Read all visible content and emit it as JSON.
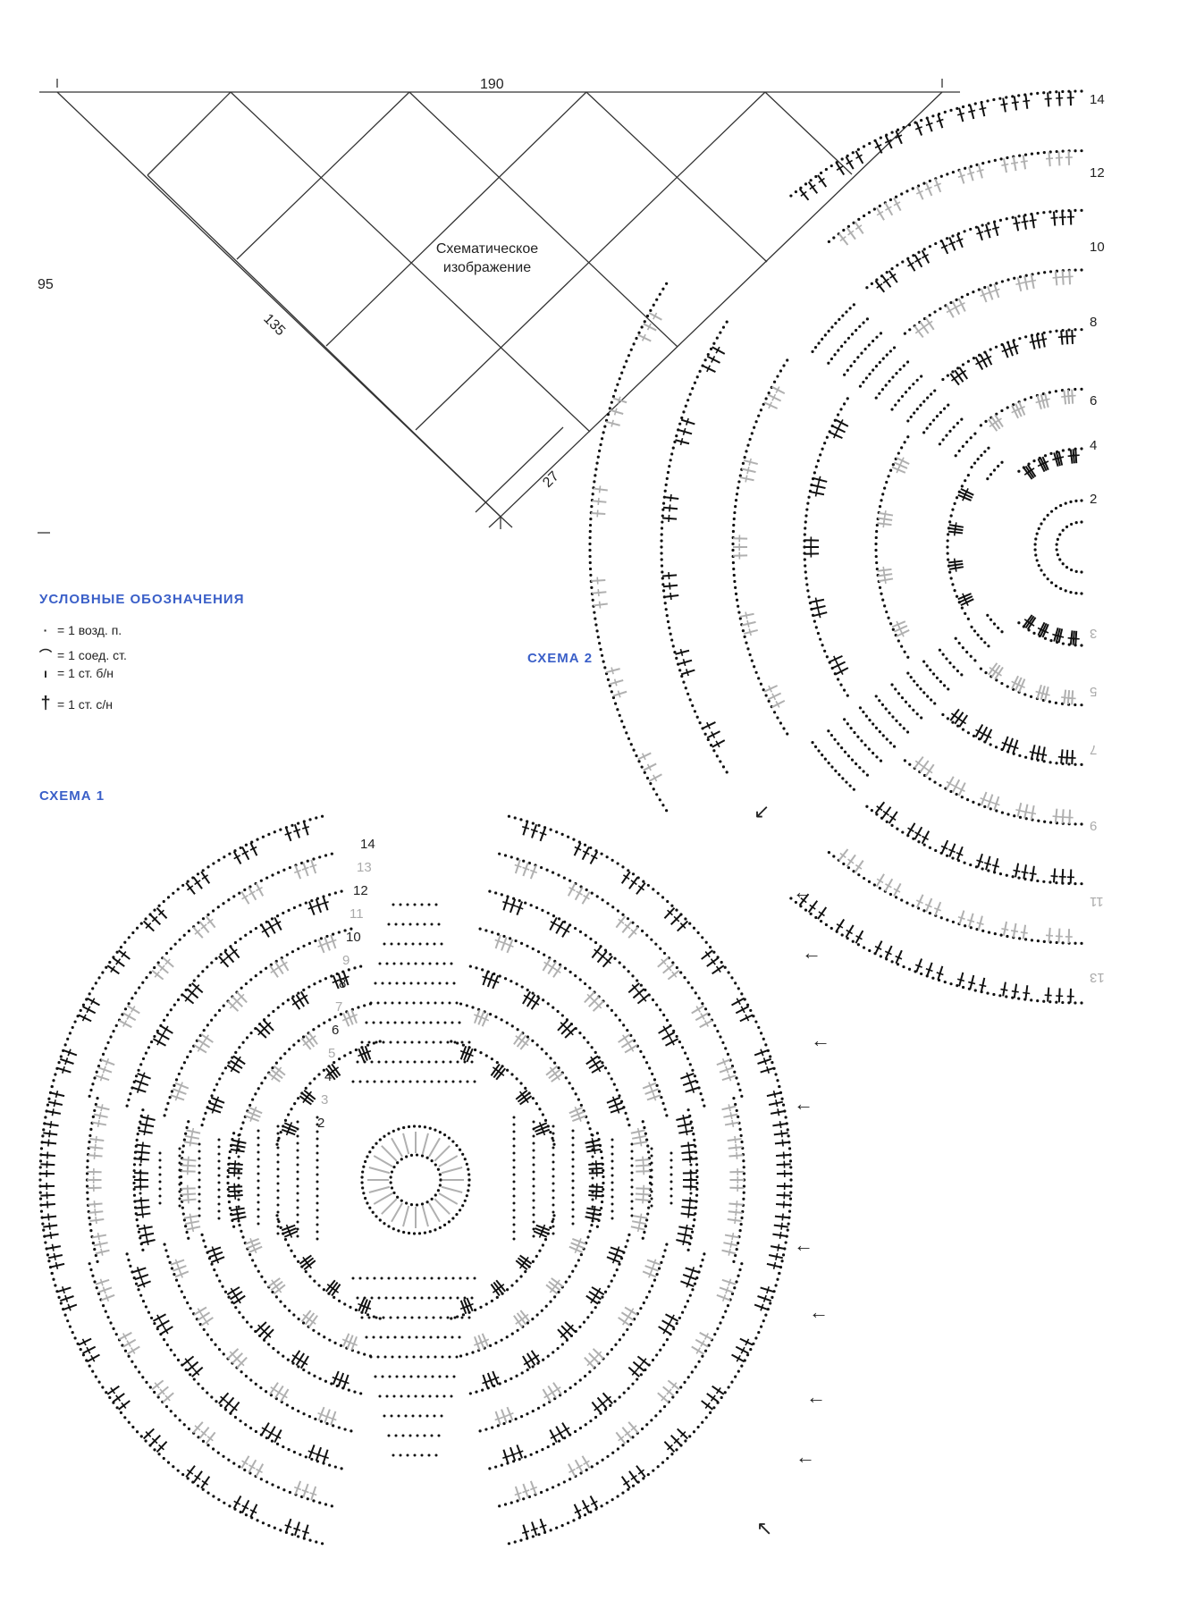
{
  "diagram": {
    "width_label": "190",
    "height_label": "95",
    "side_label": "135",
    "edge_label": "27",
    "center_line1": "Схематическое",
    "center_line2": "изображение"
  },
  "legend": {
    "title": "УСЛОВНЫЕ ОБОЗНАЧЕНИЯ",
    "items": [
      {
        "symbol": "·",
        "text": "= 1 возд. п."
      },
      {
        "symbol": "⌒",
        "text": "= 1 соед. ст."
      },
      {
        "symbol": "ı",
        "text": "= 1 ст. б/н"
      },
      {
        "symbol": "†",
        "text": "= 1 ст. с/н"
      }
    ]
  },
  "scheme1": {
    "title": "СХЕМА 1",
    "row_numbers": [
      "14",
      "13",
      "12",
      "11",
      "10",
      "9",
      "8",
      "7",
      "6",
      "5",
      "4",
      "3",
      "2"
    ]
  },
  "scheme2": {
    "title": "СХЕМА 2",
    "row_numbers_top": [
      "14",
      "12",
      "10",
      "8",
      "6",
      "4",
      "2"
    ],
    "row_numbers_bottom": [
      "3",
      "5",
      "7",
      "9",
      "11",
      "13"
    ]
  },
  "colors": {
    "accent": "#3a5fc8",
    "ink": "#111111",
    "grey_ink": "#b0b0b0"
  }
}
